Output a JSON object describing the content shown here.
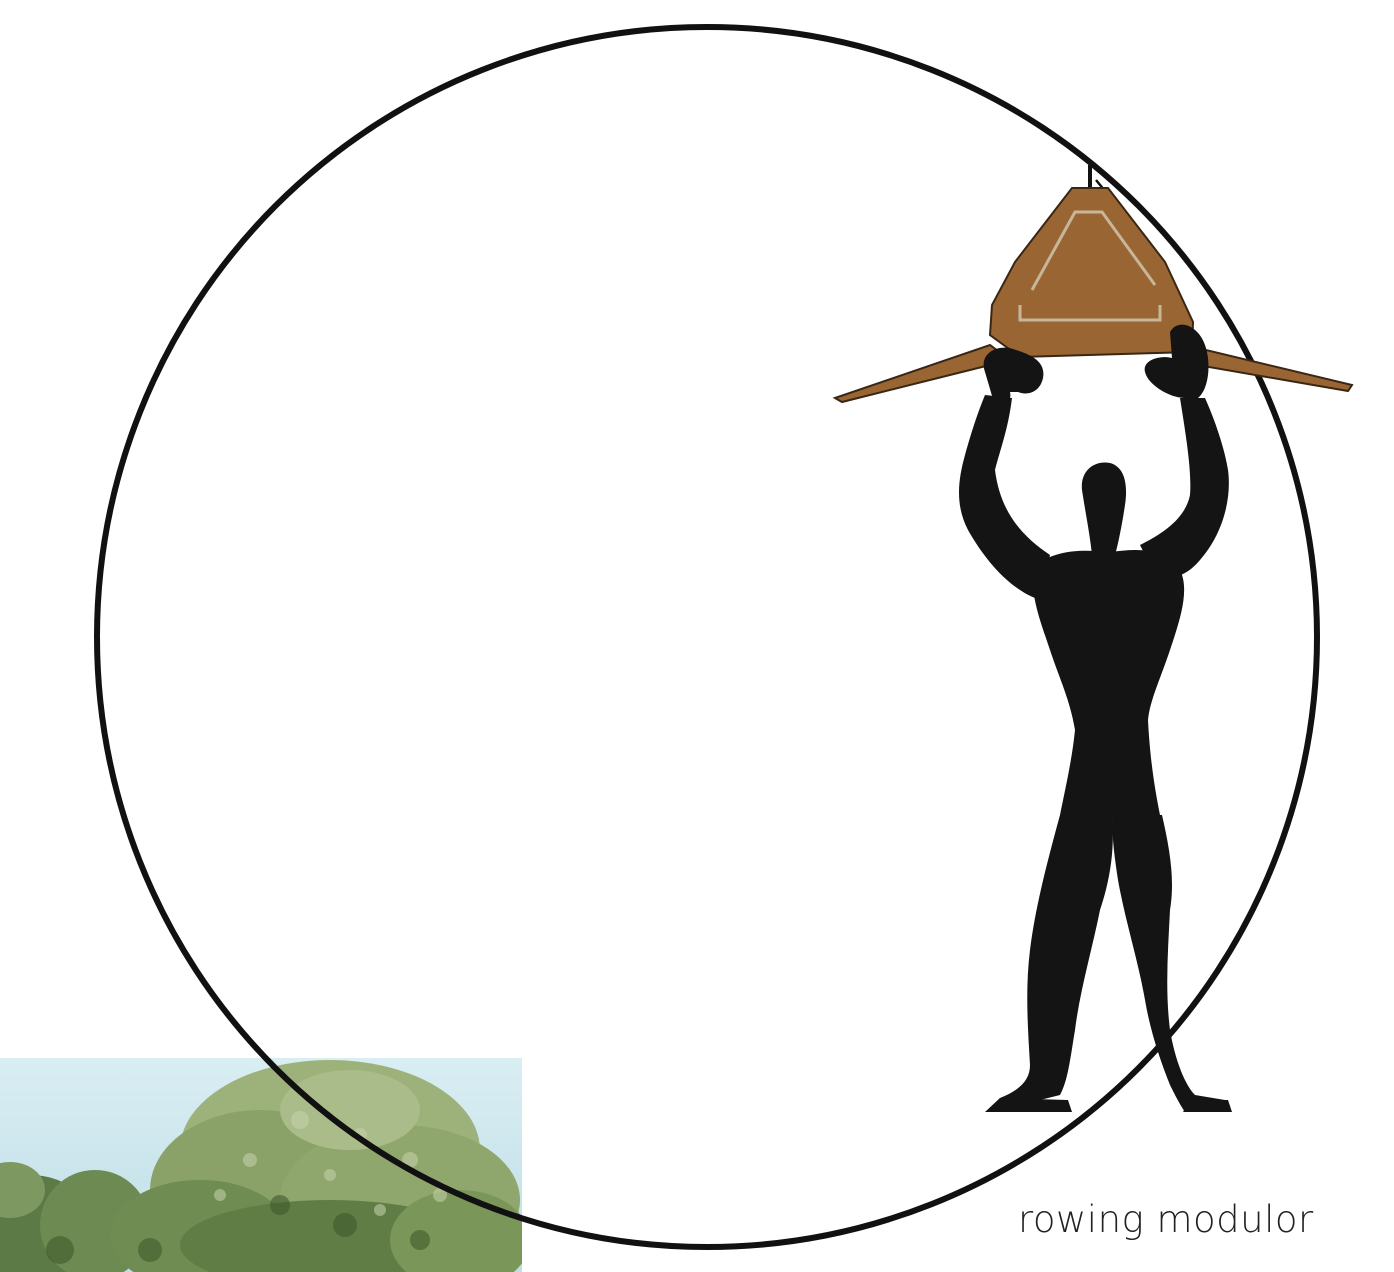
{
  "caption": "rowing modulor",
  "colors": {
    "background": "#ffffff",
    "circle_stroke": "#111111",
    "figure": "#141414",
    "boat_hull": "#996633",
    "boat_hull_dark": "#5a3a1c",
    "boat_highlight": "#c8b69a",
    "sky": "#cfe8ef",
    "foliage_light": "#93a86b",
    "foliage_dark": "#3f5a2c"
  },
  "illustration": {
    "circle": "large-circle",
    "figure": "modulor-figure-silhouette",
    "object": "rowing-boat-cross-section",
    "photo": "tree-photo-fragment"
  }
}
